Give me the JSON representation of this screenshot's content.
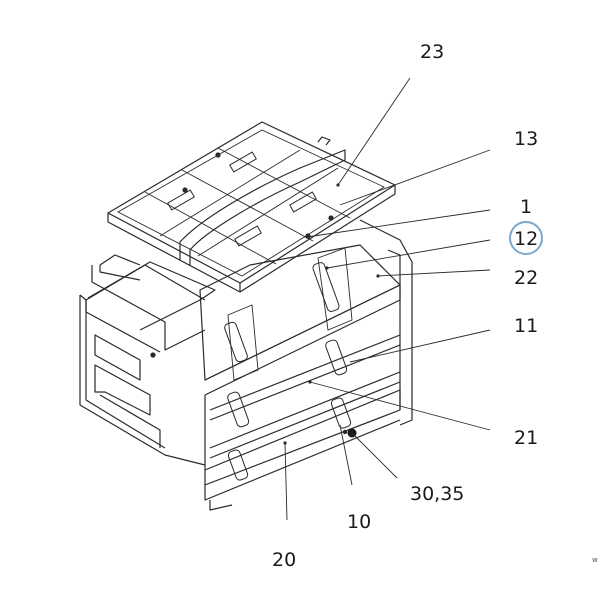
{
  "diagram": {
    "callouts": [
      {
        "id": "23",
        "text": "23"
      },
      {
        "id": "13",
        "text": "13"
      },
      {
        "id": "1",
        "text": "1"
      },
      {
        "id": "12",
        "text": "12"
      },
      {
        "id": "22",
        "text": "22"
      },
      {
        "id": "11",
        "text": "11"
      },
      {
        "id": "21",
        "text": "21"
      },
      {
        "id": "30_35",
        "text": "30,35"
      },
      {
        "id": "10",
        "text": "10"
      },
      {
        "id": "20",
        "text": "20"
      }
    ],
    "highlighted_callout": "12",
    "highlight_color": "#7da7cc",
    "corner_mark": "w"
  }
}
